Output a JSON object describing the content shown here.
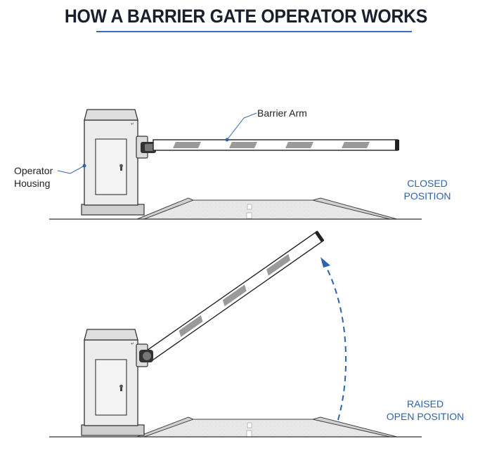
{
  "title": "HOW A BARRIER GATE OPERATOR WORKS",
  "labels": {
    "barrier_arm": "Barrier Arm",
    "operator_housing_line1": "Operator",
    "operator_housing_line2": "Housing",
    "closed_line1": "CLOSED",
    "closed_line2": "POSITION",
    "raised_line1": "RAISED",
    "raised_line2": "OPEN POSITION"
  },
  "colors": {
    "title_underline": "#2f6fbf",
    "callout_blue": "#2f63ad",
    "housing_fill": "#ededed",
    "outline": "#2a2a2a",
    "stripe": "#9a9a9a",
    "road": "#e6e6e6"
  },
  "arm_angle_open_deg": 35
}
